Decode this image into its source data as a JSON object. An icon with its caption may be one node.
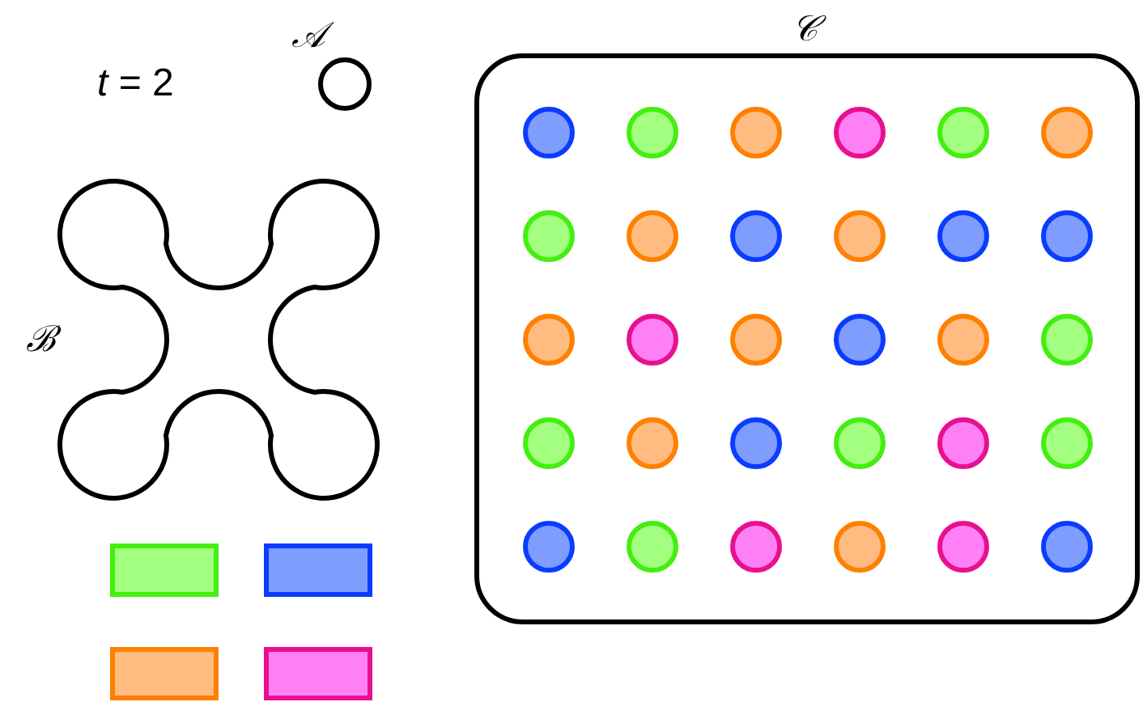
{
  "diagram": {
    "nodes": [
      {
        "text": [
          "𝒜"
        ]
      },
      {
        "text": [
          "ℬ"
        ]
      },
      {
        "text": [
          "𝒞"
        ]
      },
      {
        "text": [],
        "shape": "circle",
        "in": 2
      },
      {
        "text": [],
        "shape": "circle",
        "in": 2
      },
      {
        "text": [],
        "shape": "circle",
        "in": 2
      },
      {
        "text": [],
        "shape": "circle",
        "in": 2
      },
      {
        "text": [],
        "shape": "circle",
        "in": 2
      },
      {
        "text": [],
        "shape": "circle",
        "in": 2
      },
      {
        "text": [],
        "shape": "circle",
        "in": 2
      },
      {
        "text": [],
        "shape": "circle",
        "in": 2
      },
      {
        "text": [],
        "shape": "circle",
        "in": 2
      },
      {
        "text": [],
        "shape": "circle",
        "in": 2
      },
      {
        "text": [],
        "shape": "circle",
        "in": 2
      },
      {
        "text": [],
        "shape": "circle",
        "in": 2
      },
      {
        "text": [],
        "shape": "circle",
        "in": 2
      },
      {
        "text": [],
        "shape": "circle",
        "in": 2
      },
      {
        "text": [],
        "shape": "circle",
        "in": 2
      },
      {
        "text": [],
        "shape": "circle",
        "in": 2
      },
      {
        "text": [],
        "shape": "circle",
        "in": 2
      },
      {
        "text": [],
        "shape": "circle",
        "in": 2
      },
      {
        "text": [],
        "shape": "circle",
        "in": 2
      },
      {
        "text": [],
        "shape": "circle",
        "in": 2
      },
      {
        "text": [],
        "shape": "circle",
        "in": 2
      },
      {
        "text": [],
        "shape": "circle",
        "in": 2
      },
      {
        "text": [],
        "shape": "circle",
        "in": 2
      },
      {
        "text": [],
        "shape": "circle",
        "in": 2
      },
      {
        "text": [],
        "shape": "circle",
        "in": 2
      },
      {
        "text": [],
        "shape": "circle",
        "in": 2
      },
      {
        "text": [],
        "shape": "circle",
        "in": 2
      },
      {
        "text": [],
        "shape": "circle",
        "in": 2
      },
      {
        "text": [],
        "shape": "circle",
        "in": 2
      },
      {
        "text": [],
        "shape": "circle",
        "in": 2
      },
      {
        "text": [],
        "shape": "box"
      },
      {
        "text": [],
        "shape": "box"
      },
      {
        "text": [],
        "shape": "box"
      },
      {
        "text": [],
        "shape": "box"
      }
    ],
    "labels": [
      "*t* = 2"
    ]
  }
}
